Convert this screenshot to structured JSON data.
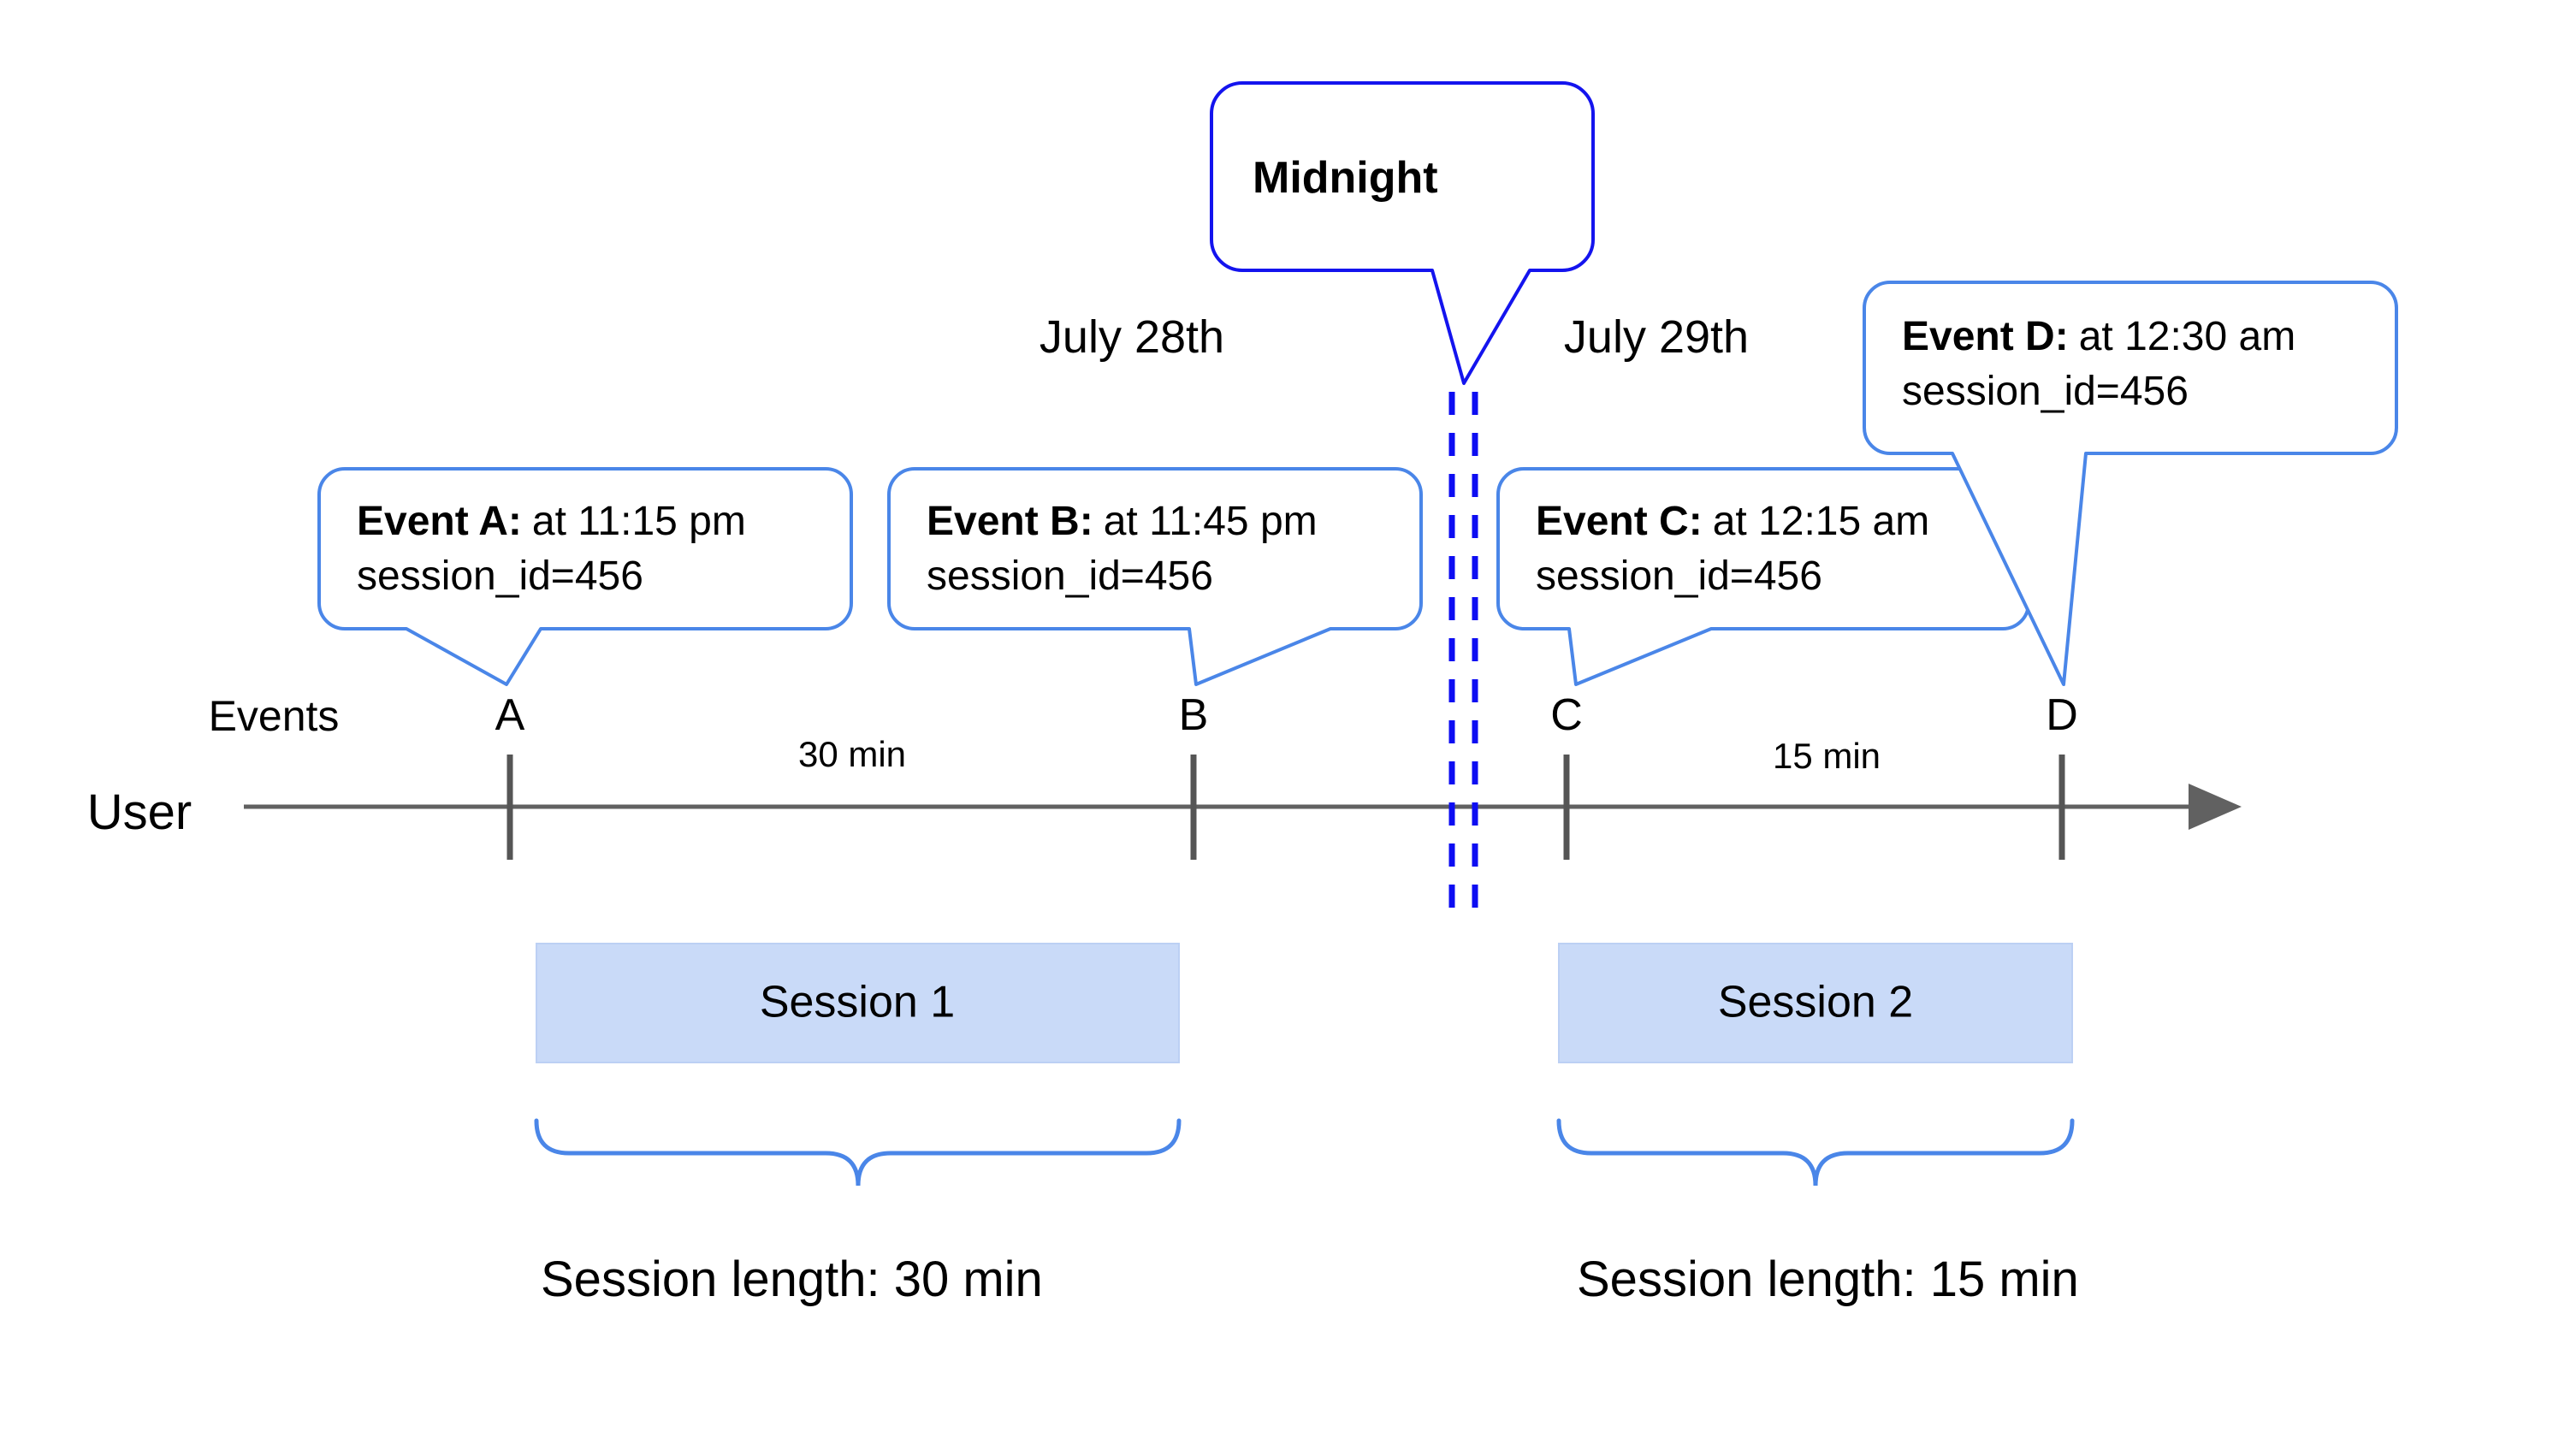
{
  "dates": {
    "left": "July 28th",
    "right": "July 29th"
  },
  "midnight_label": "Midnight",
  "axis": {
    "events_label": "Events",
    "user_label": "User"
  },
  "callouts": [
    {
      "id": "A",
      "title": "Event A:",
      "time": "at 11:15 pm",
      "session": "session_id=456"
    },
    {
      "id": "B",
      "title": "Event B:",
      "time": "at 11:45 pm",
      "session": "session_id=456"
    },
    {
      "id": "C",
      "title": "Event C:",
      "time": "at 12:15 am",
      "session": "session_id=456"
    },
    {
      "id": "D",
      "title": "Event D:",
      "time": "at 12:30 am",
      "session": "session_id=456"
    }
  ],
  "intervals": {
    "ab": "30 min",
    "cd": "15 min"
  },
  "sessions": [
    {
      "name": "Session 1",
      "length": "Session length: 30 min"
    },
    {
      "name": "Session 2",
      "length": "Session length: 15 min"
    }
  ],
  "colors": {
    "accent": "#4a86e8",
    "midnight": "#1414ee",
    "dash": "#0d0df2",
    "axis": "#616161",
    "tick": "#555555",
    "session-fill": "#c9daf8",
    "session-border": "#bcd0f4",
    "text": "#000000"
  }
}
